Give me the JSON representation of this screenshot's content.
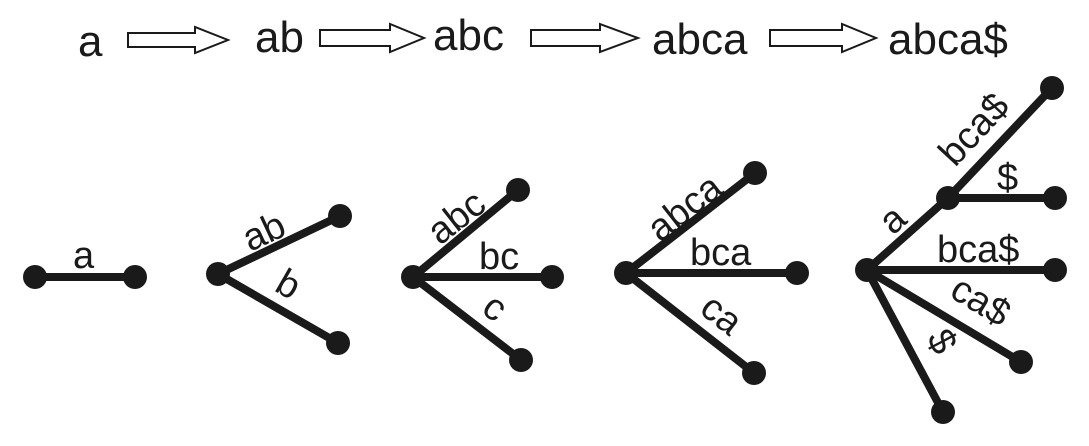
{
  "sequence": [
    "a",
    "ab",
    "abc",
    "abca",
    "abca$"
  ],
  "trees": {
    "t1": {
      "edges": [
        "a"
      ]
    },
    "t2": {
      "edges": [
        "ab",
        "b"
      ]
    },
    "t3": {
      "edges": [
        "abc",
        "bc",
        "c"
      ]
    },
    "t4": {
      "edges": [
        "abca",
        "bca",
        "ca"
      ]
    },
    "t5": {
      "edges": [
        "a",
        "bca$",
        "$",
        "bca$",
        "ca$",
        "$"
      ]
    }
  }
}
